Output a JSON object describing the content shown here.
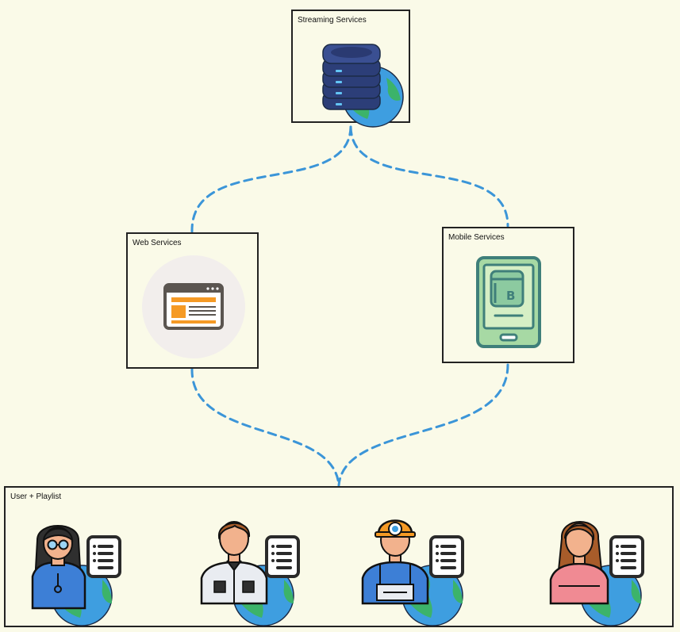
{
  "nodes": {
    "streaming": {
      "label": "Streaming Services",
      "icon": "server-globe-icon"
    },
    "web": {
      "label": "Web Services",
      "icon": "browser-window-icon"
    },
    "mobile": {
      "label": "Mobile Services",
      "icon": "mobile-phone-icon"
    },
    "users": {
      "label": "User + Playlist",
      "members": [
        {
          "icon": "woman-glasses-user-icon"
        },
        {
          "icon": "man-uniform-user-icon"
        },
        {
          "icon": "worker-helmet-user-icon"
        },
        {
          "icon": "woman-pink-user-icon"
        }
      ]
    }
  },
  "colors": {
    "background": "#fafae8",
    "connector": "#3b95d8",
    "globe_ocean": "#3e9ee0",
    "globe_land": "#3cb36a",
    "server": "#2c3e78",
    "browser_accent": "#f59a25",
    "phone_screen": "#a7d9a4",
    "playlist_card": "#ffffff"
  }
}
